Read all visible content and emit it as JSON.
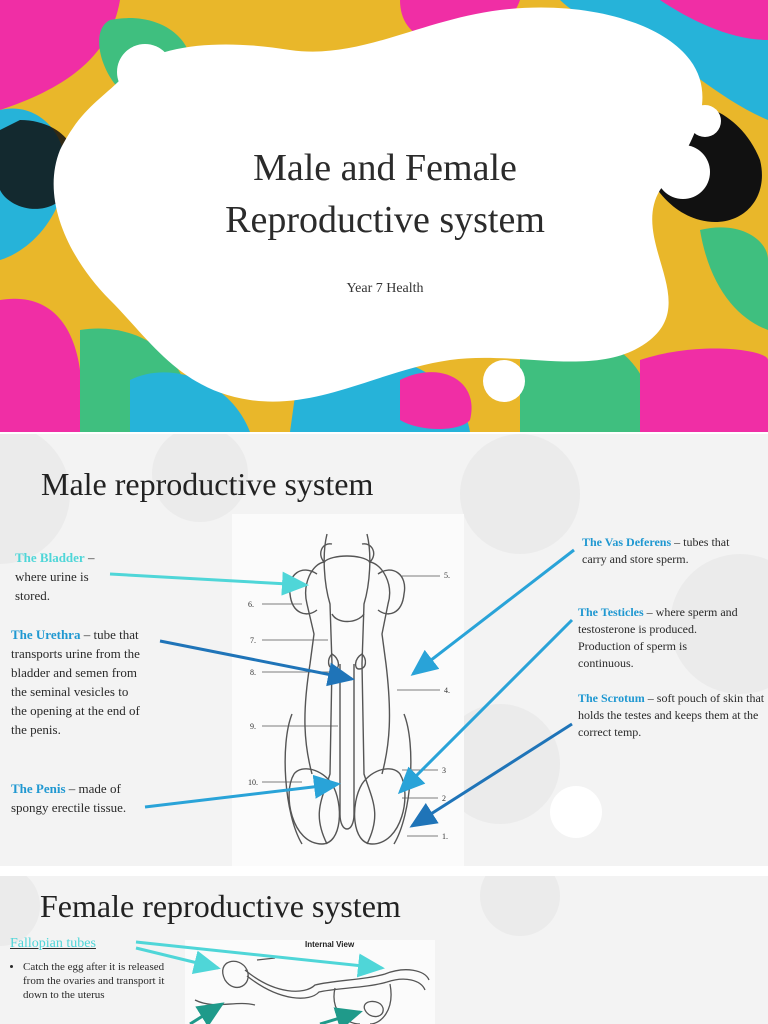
{
  "slide1": {
    "title_line1": "Male and Female",
    "title_line2": "Reproductive system",
    "subtitle": "Year 7 Health",
    "colors": {
      "yellow": "#e9b72a",
      "magenta": "#f02ea5",
      "cyan": "#26b3d9",
      "green": "#3fbf7f",
      "black": "#111111"
    }
  },
  "slide2": {
    "heading": "Male reproductive system",
    "bladder": {
      "label": "The Bladder",
      "text": " – where urine is stored."
    },
    "urethra": {
      "label": "The Urethra",
      "text": " – tube that transports urine from the bladder and semen from the seminal vesicles to the opening at the end of the penis."
    },
    "penis": {
      "label": "The Penis",
      "text": " – made of spongy erectile tissue."
    },
    "vas": {
      "label": "The Vas Deferens",
      "text": " – tubes that carry and store sperm."
    },
    "testicles": {
      "label": "The Testicles",
      "text": " – where sperm and testosterone is produced. Production of sperm is continuous."
    },
    "scrotum": {
      "label": "The Scrotum",
      "text": " – soft pouch of skin that holds the testes and keeps them at the correct temp."
    },
    "diagram_numbers": [
      "5.",
      "6.",
      "7.",
      "8.",
      "4.",
      "9.",
      "10.",
      "3",
      "2",
      "1."
    ]
  },
  "slide3": {
    "heading": "Female reproductive system",
    "fallopian_label": "Fallopian tubes",
    "fallopian_bullet": "Catch the egg after it is released from the ovaries and transport it down to the uterus",
    "diagram_title": "Internal View"
  }
}
